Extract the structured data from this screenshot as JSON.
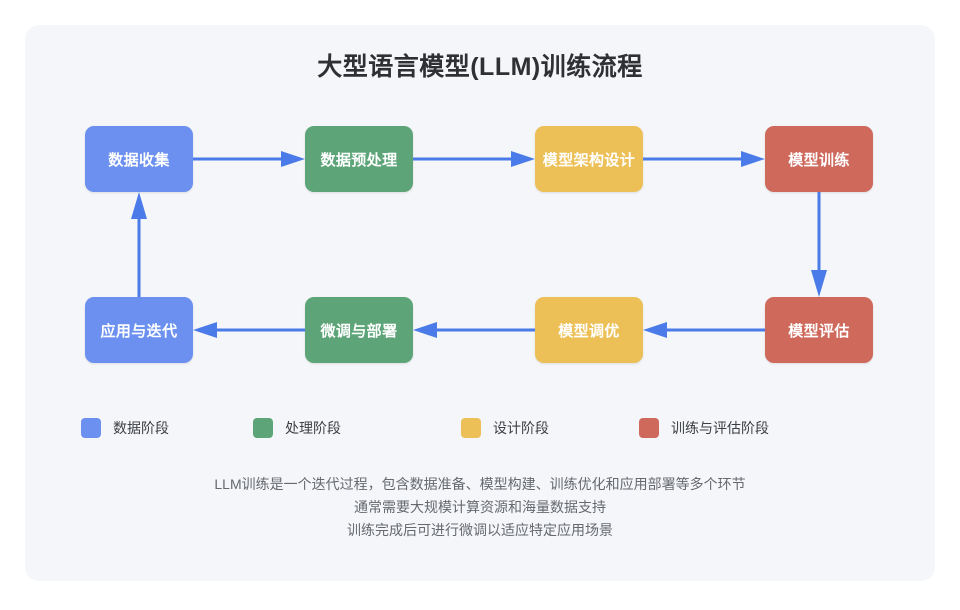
{
  "diagram": {
    "title": "大型语言模型(LLM)训练流程",
    "background_color": "#f5f6f9",
    "arrow_color": "#4a7be8",
    "palette": {
      "blue": "#6b90ef",
      "green": "#5da578",
      "yellow": "#edc057",
      "red": "#ce695c"
    },
    "nodes": [
      {
        "id": "data-collection",
        "label": "数据收集",
        "color": "blue",
        "row": "top",
        "index": 0
      },
      {
        "id": "preprocessing",
        "label": "数据预处理",
        "color": "green",
        "row": "top",
        "index": 1
      },
      {
        "id": "architecture",
        "label": "模型架构设计",
        "color": "yellow",
        "row": "top",
        "index": 2
      },
      {
        "id": "training",
        "label": "模型训练",
        "color": "red",
        "row": "top",
        "index": 3
      },
      {
        "id": "application",
        "label": "应用与迭代",
        "color": "blue",
        "row": "bottom",
        "index": 0
      },
      {
        "id": "finetune-deploy",
        "label": "微调与部署",
        "color": "green",
        "row": "bottom",
        "index": 1
      },
      {
        "id": "optimization",
        "label": "模型调优",
        "color": "yellow",
        "row": "bottom",
        "index": 2
      },
      {
        "id": "evaluation",
        "label": "模型评估",
        "color": "red",
        "row": "bottom",
        "index": 3
      }
    ],
    "edges": [
      {
        "from": "data-collection",
        "to": "preprocessing",
        "direction": "right"
      },
      {
        "from": "preprocessing",
        "to": "architecture",
        "direction": "right"
      },
      {
        "from": "architecture",
        "to": "training",
        "direction": "right"
      },
      {
        "from": "training",
        "to": "evaluation",
        "direction": "down"
      },
      {
        "from": "evaluation",
        "to": "optimization",
        "direction": "left"
      },
      {
        "from": "optimization",
        "to": "finetune-deploy",
        "direction": "left"
      },
      {
        "from": "finetune-deploy",
        "to": "application",
        "direction": "left"
      },
      {
        "from": "application",
        "to": "data-collection",
        "direction": "up"
      }
    ]
  },
  "legend": {
    "items": [
      {
        "label": "数据阶段",
        "color": "blue"
      },
      {
        "label": "处理阶段",
        "color": "green"
      },
      {
        "label": "设计阶段",
        "color": "yellow"
      },
      {
        "label": "训练与评估阶段",
        "color": "red"
      }
    ]
  },
  "footer": {
    "lines": [
      "LLM训练是一个迭代过程，包含数据准备、模型构建、训练优化和应用部署等多个环节",
      "通常需要大规模计算资源和海量数据支持",
      "训练完成后可进行微调以适应特定应用场景"
    ]
  }
}
